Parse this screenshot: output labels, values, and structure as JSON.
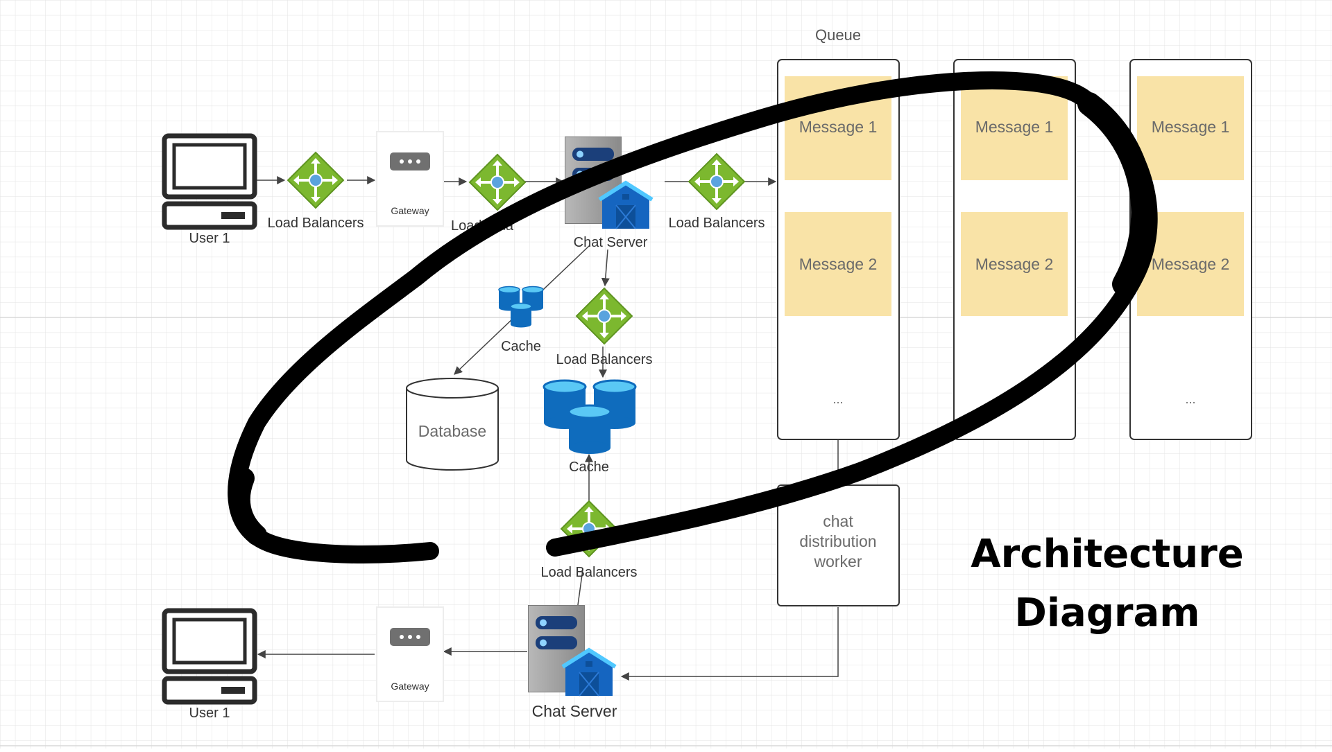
{
  "diagram": {
    "title_line1": "Architecture",
    "title_line2": "Diagram",
    "queue_label": "Queue",
    "top_user_label": "User 1",
    "bottom_user_label": "User 1",
    "lb1_label": "Load Balancers",
    "lb2_label": "Load Bala",
    "lb3_label": "Load Balancers",
    "lb4_label": "Load Balancers",
    "lb5_label": "Load Balancers",
    "gateway_top_label": "Gateway",
    "gateway_bottom_label": "Gateway",
    "chat_server_top_label": "Chat Server",
    "chat_server_bottom_label": "Chat Server",
    "cache_small_label": "Cache",
    "cache_large_label": "Cache",
    "database_label": "Database",
    "worker_line1": "chat",
    "worker_line2": "distribution",
    "worker_line3": "worker",
    "queues": [
      {
        "msg1": "Message 1",
        "msg2": "Message 2",
        "ellipsis": "..."
      },
      {
        "msg1": "Message 1",
        "msg2": "Message 2",
        "ellipsis": "..."
      },
      {
        "msg1": "Message 1",
        "msg2": "Message 2",
        "ellipsis": "..."
      }
    ],
    "colors": {
      "grid": "#e3e3e3",
      "note": "#f9e3a7",
      "lb_green": "#7cb82f",
      "azure_blue": "#0f6cbd",
      "server_gray": "#8f8f8f",
      "stroke": "#333333"
    }
  }
}
